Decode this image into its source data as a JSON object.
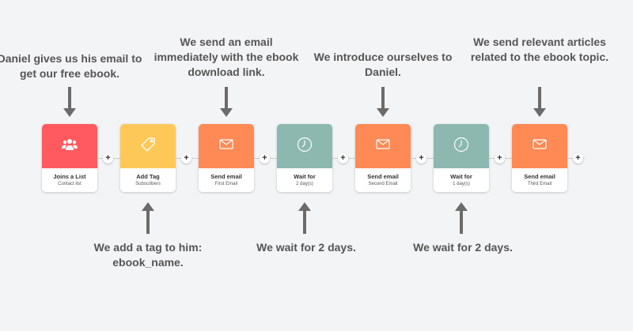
{
  "colors": {
    "list": "#fe5a5f",
    "tag": "#fec859",
    "email": "#ff8a55",
    "wait": "#8cb8af"
  },
  "steps": [
    {
      "title": "Joins a List",
      "subtitle": "Contact list",
      "icon": "users-icon",
      "type": "list"
    },
    {
      "title": "Add Tag",
      "subtitle": "Subscribers",
      "icon": "tag-icon",
      "type": "tag"
    },
    {
      "title": "Send email",
      "subtitle": "First Email",
      "icon": "envelope-icon",
      "type": "email"
    },
    {
      "title": "Wait for",
      "subtitle": "2 day(s)",
      "icon": "clock-icon",
      "type": "wait"
    },
    {
      "title": "Send email",
      "subtitle": "Second Email",
      "icon": "envelope-icon",
      "type": "email"
    },
    {
      "title": "Wait for",
      "subtitle": "1 day(s)",
      "icon": "clock-icon",
      "type": "wait"
    },
    {
      "title": "Send email",
      "subtitle": "Third Email",
      "icon": "envelope-icon",
      "type": "email"
    }
  ],
  "add_label": "+",
  "notes_top": [
    "Daniel gives us his email to get our free ebook.",
    "We send an email immediately with the ebook download link.",
    "We introduce ourselves to Daniel.",
    "We send relevant articles related to the ebook topic."
  ],
  "notes_bottom": [
    "We add a tag to him: ebook_name.",
    "We wait for 2 days.",
    "We wait for 2 days."
  ]
}
